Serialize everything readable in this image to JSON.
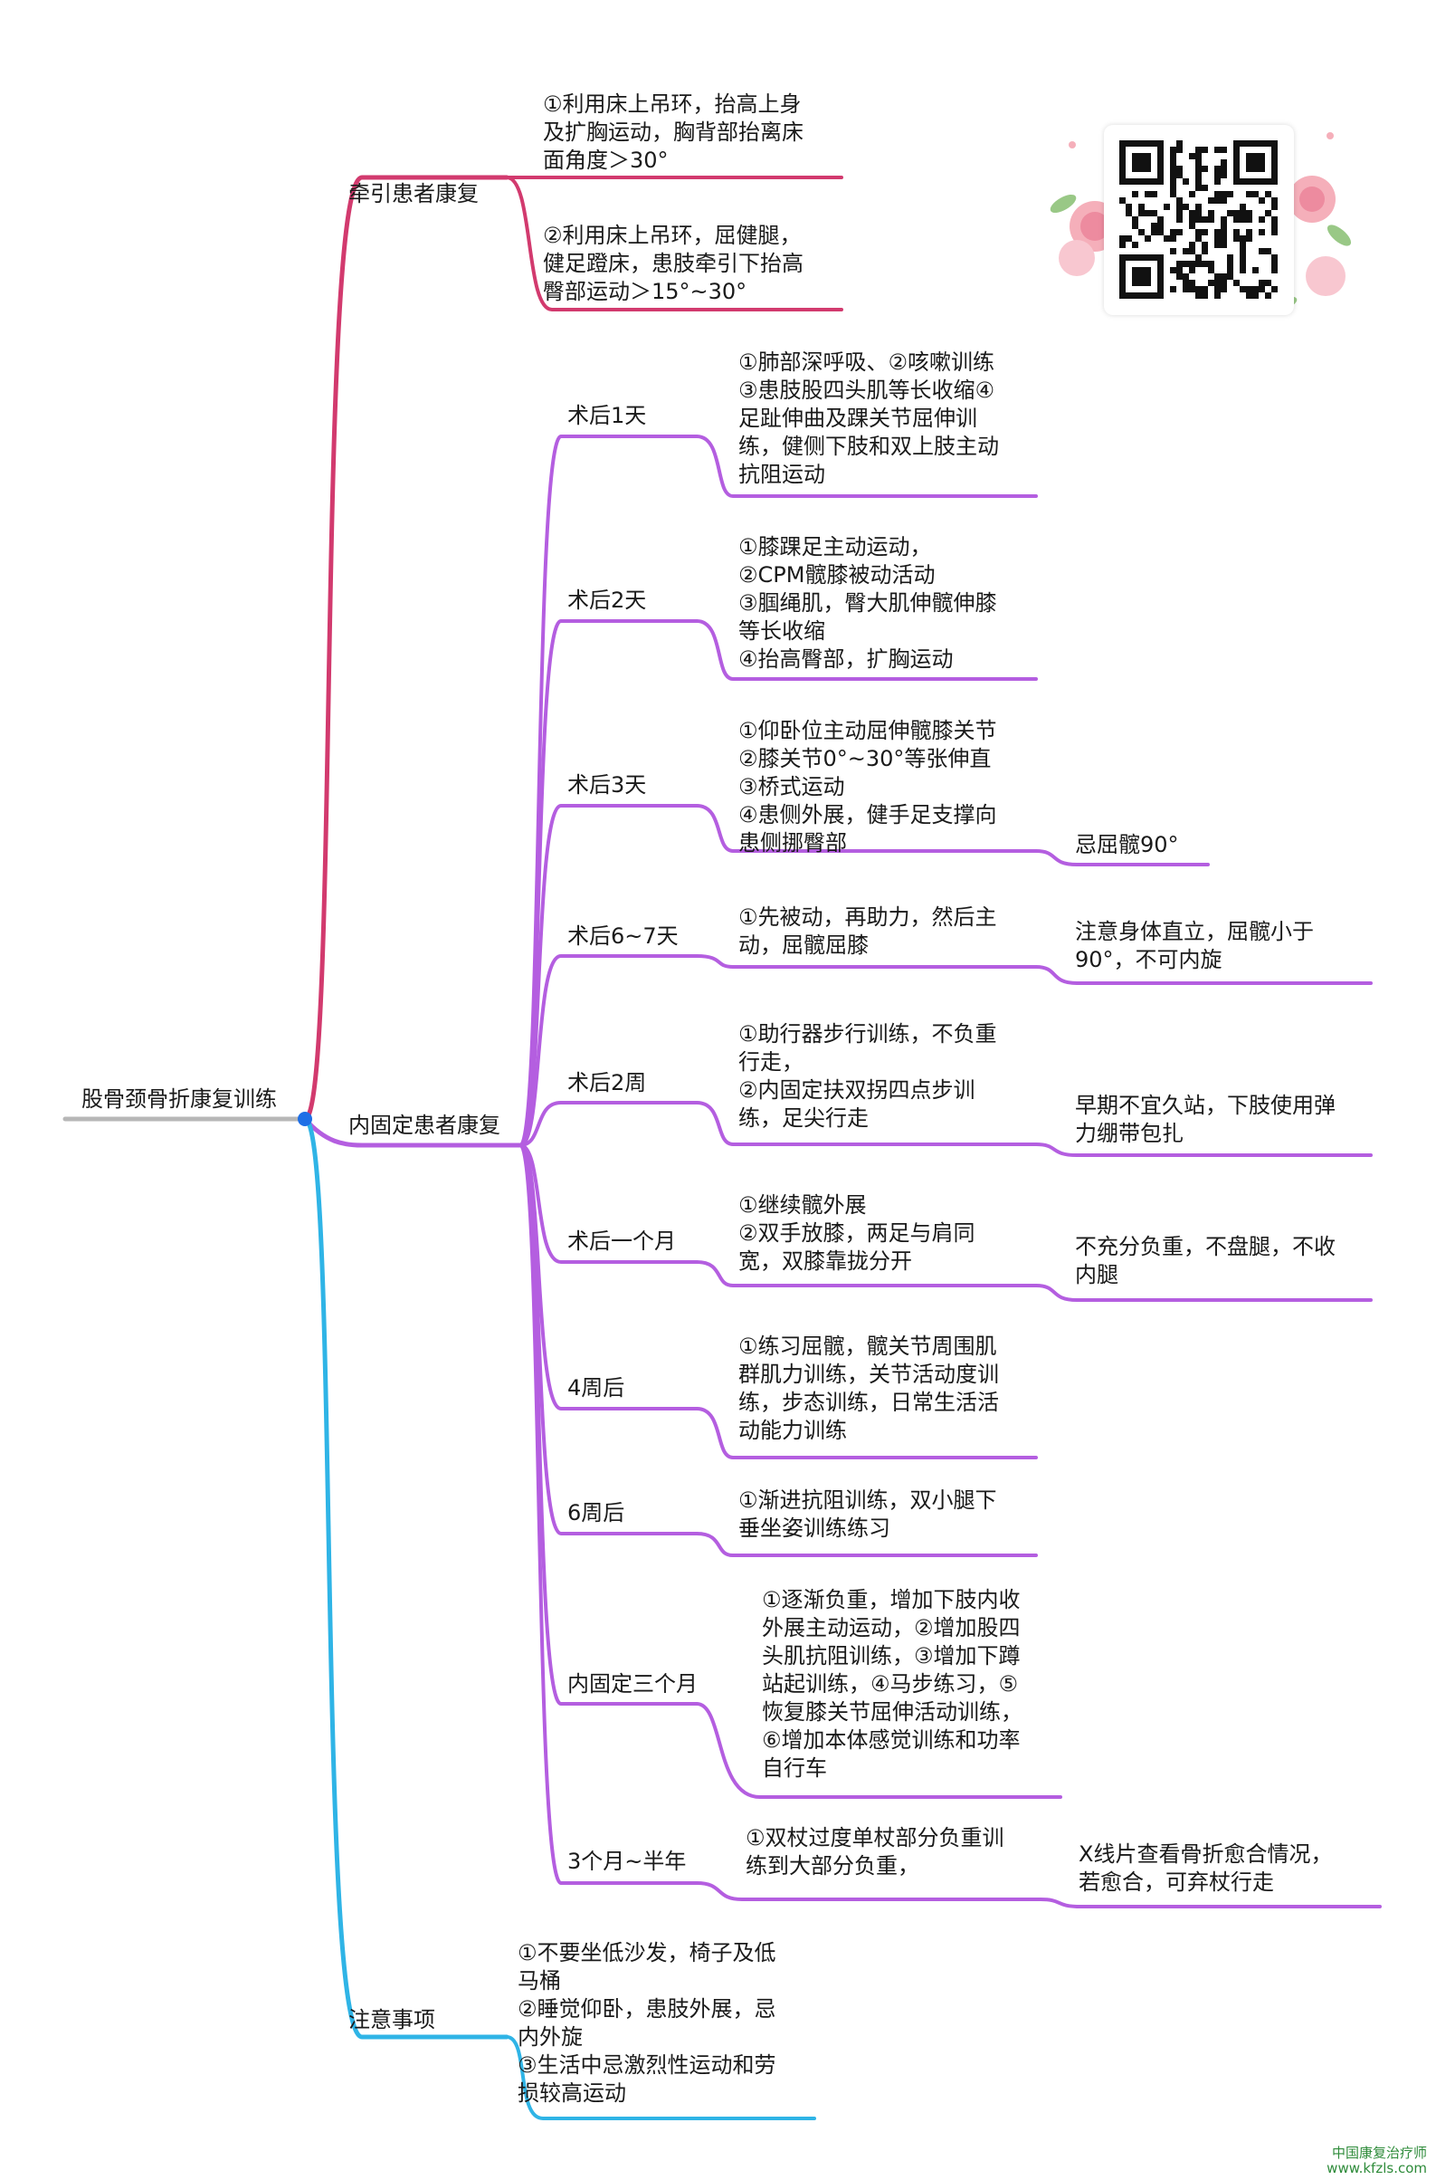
{
  "root": {
    "label": "股骨颈骨折康复训练"
  },
  "colors": {
    "traction": "#d23a6e",
    "internal": "#b45ee0",
    "notes": "#2fb4e6",
    "root": "#b7b7b7",
    "dot": "#1e6fe6"
  },
  "traction": {
    "label": "牵引患者康复",
    "items": [
      "①利用床上吊环，抬高上身\n及扩胸运动，胸背部抬离床\n面角度＞30°",
      "②利用床上吊环，屈健腿，\n健足蹬床，患肢牵引下抬高\n臀部运动＞15°~30°"
    ]
  },
  "internal": {
    "label": "内固定患者康复",
    "stages": [
      {
        "label": "术后1天",
        "detail": "①肺部深呼吸、②咳嗽训练\n③患肢股四头肌等长收缩④\n足趾伸曲及踝关节屈伸训\n练，健侧下肢和双上肢主动\n抗阻运动",
        "note": ""
      },
      {
        "label": "术后2天",
        "detail": "①膝踝足主动运动，\n②CPM髋膝被动活动\n③腘绳肌，臀大肌伸髋伸膝\n等长收缩\n④抬高臀部，扩胸运动",
        "note": ""
      },
      {
        "label": "术后3天",
        "detail": "①仰卧位主动屈伸髋膝关节\n②膝关节0°~30°等张伸直\n③桥式运动\n④患侧外展，健手足支撑向\n患侧挪臀部",
        "note": "忌屈髋90°"
      },
      {
        "label": "术后6~7天",
        "detail": "①先被动，再助力，然后主\n动，屈髋屈膝",
        "note": "注意身体直立，屈髋小于\n90°，不可内旋"
      },
      {
        "label": "术后2周",
        "detail": "①助行器步行训练，不负重\n行走，\n②内固定扶双拐四点步训\n练，足尖行走",
        "note": "早期不宜久站，下肢使用弹\n力绷带包扎"
      },
      {
        "label": "术后一个月",
        "detail": "①继续髋外展\n②双手放膝，两足与肩同\n宽，双膝靠拢分开",
        "note": "不充分负重，不盘腿，不收\n内腿"
      },
      {
        "label": "4周后",
        "detail": "①练习屈髋，髋关节周围肌\n群肌力训练，关节活动度训\n练，步态训练，日常生活活\n动能力训练",
        "note": ""
      },
      {
        "label": "6周后",
        "detail": "①渐进抗阻训练，双小腿下\n垂坐姿训练练习",
        "note": ""
      },
      {
        "label": "内固定三个月",
        "detail": "①逐渐负重，增加下肢内收\n外展主动运动，②增加股四\n头肌抗阻训练，③增加下蹲\n站起训练，④马步练习，⑤\n恢复膝关节屈伸活动训练，\n⑥增加本体感觉训练和功率\n自行车",
        "note": ""
      },
      {
        "label": "3个月~半年",
        "detail": "①双杖过度单杖部分负重训\n练到大部分负重，",
        "note": "X线片查看骨折愈合情况，\n若愈合，可弃杖行走"
      }
    ]
  },
  "notes": {
    "label": "注意事项",
    "detail": "①不要坐低沙发，椅子及低\n马桶\n②睡觉仰卧，患肢外展，忌\n内外旋\n③生活中忌激烈性运动和劳\n损较高运动"
  },
  "qr_code": {
    "icon": "qr-code-icon"
  },
  "watermark": {
    "line1": "中国康复治疗师",
    "line2": "www.kfzls.com"
  }
}
